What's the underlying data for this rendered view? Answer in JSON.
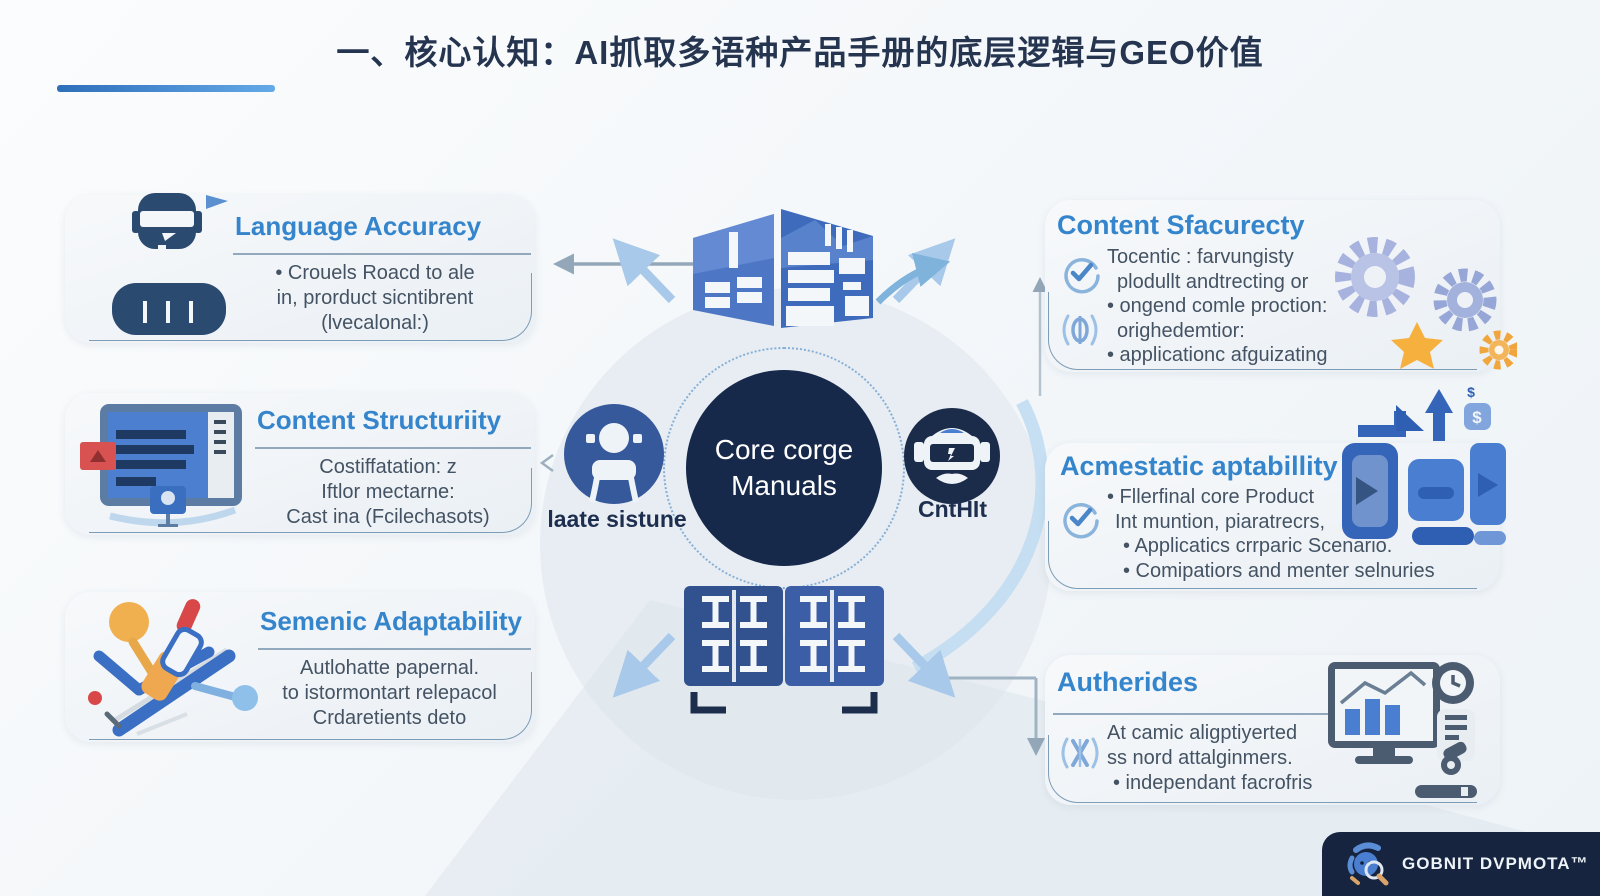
{
  "title": {
    "text": "一、核心认知：AI抓取多语种产品手册的底层逻辑与GEO价值"
  },
  "center": {
    "core_line1": "Core corge",
    "core_line2": "Manuals",
    "left_node_label": "laate sistune",
    "right_node_label": "CntHIt"
  },
  "left_cards": [
    {
      "title": "Language Accuracy",
      "icon": "person-headset-icon",
      "lines": [
        "• Crouels Roacd to ale",
        "in, prorduct sicntibrent",
        "(lvecalonal:)"
      ]
    },
    {
      "title": "Content Structuriity",
      "icon": "tablet-document-icon",
      "lines": [
        "Costiffatation: z",
        "Iftlor mectarne:",
        "Cast ina (Fcilechasots)"
      ]
    },
    {
      "title": "Semenic Adaptability",
      "icon": "network-nodes-icon",
      "lines": [
        "Autlohatte papernal.",
        "to istormontart relepacol",
        "Crdaretients deto"
      ]
    }
  ],
  "right_cards": [
    {
      "title": "Content Sfacurecty",
      "icon": "gears-icon",
      "lines": [
        "Tocentic : farvungisty",
        "plodullt andtrecting or",
        "• ongend comle proction:",
        "orighedemtior:",
        "• applicationc afguizating"
      ]
    },
    {
      "title": "Acmestatic aptabillity",
      "icon": "growth-mosaic-icon",
      "lines": [
        "• Fllerfinal core Product",
        "Int muntion, piaratrecrs,",
        "• Applicatics crrparic Scenario.",
        "• Comipatiors and menter selnuries"
      ]
    },
    {
      "title": "Autherides",
      "icon": "monitor-analytics-icon",
      "lines": [
        "At camic aligptiyerted",
        "ss nord attalginmers.",
        "• independant facrofris"
      ]
    }
  ],
  "icons": {
    "dollar": "$"
  },
  "logo": {
    "text": "GOBNIT DVPMOTA™"
  },
  "colors": {
    "accent_blue": "#3585cc",
    "navy": "#17294b",
    "arrow_light_blue": "#a9c9ea",
    "arrow_gray": "#93a7b8",
    "card_bg": "#f2f5f8",
    "logo_bg": "#16243f"
  }
}
